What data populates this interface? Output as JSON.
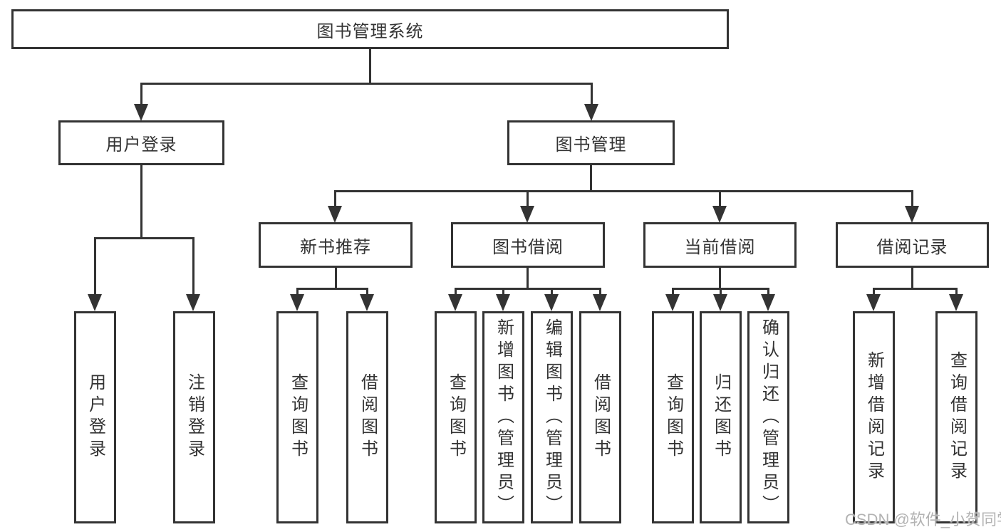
{
  "root": {
    "label": "图书管理系统"
  },
  "level2": [
    {
      "label": "用户登录",
      "children": [
        {
          "label": "用户登录"
        },
        {
          "label": "注销登录"
        }
      ]
    },
    {
      "label": "图书管理",
      "children": [
        {
          "label": "新书推荐",
          "children": [
            {
              "label": "查询图书"
            },
            {
              "label": "借阅图书"
            }
          ]
        },
        {
          "label": "图书借阅",
          "children": [
            {
              "label": "查询图书"
            },
            {
              "label": "新增图书（管理员）"
            },
            {
              "label": "编辑图书（管理员）"
            },
            {
              "label": "借阅图书"
            }
          ]
        },
        {
          "label": "当前借阅",
          "children": [
            {
              "label": "查询图书"
            },
            {
              "label": "归还图书"
            },
            {
              "label": "确认归还（管理员）"
            }
          ]
        },
        {
          "label": "借阅记录",
          "children": [
            {
              "label": "新增借阅记录"
            },
            {
              "label": "查询借阅记录"
            }
          ]
        }
      ]
    }
  ],
  "watermark": "CSDN @软件_小贺同学",
  "colors": {
    "line": "#333333",
    "text": "#333333",
    "background": "#ffffff",
    "watermark": "#b3b3b3"
  }
}
